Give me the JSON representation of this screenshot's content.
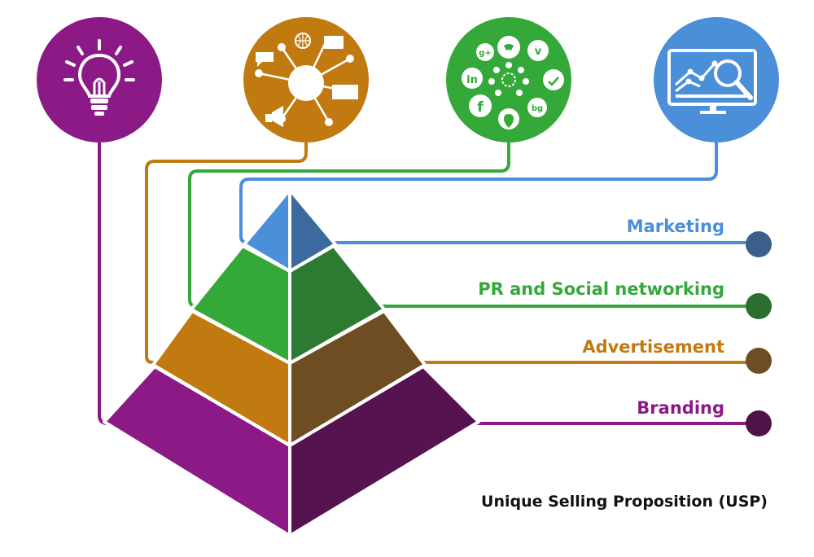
{
  "diagram": {
    "caption": "Unique Selling Proposition (USP)",
    "levels": [
      {
        "label": "Marketing",
        "color": "#4a8fd8",
        "dark": "#3a6a9e",
        "icon": "analytics-monitor-icon"
      },
      {
        "label": "PR and Social networking",
        "color": "#35a83a",
        "dark": "#2d7a32",
        "icon": "social-networks-icon"
      },
      {
        "label": "Advertisement",
        "color": "#c07a10",
        "dark": "#6e4d22",
        "icon": "advertising-network-icon"
      },
      {
        "label": "Branding",
        "color": "#8b1a87",
        "dark": "#551450",
        "icon": "lightbulb-idea-icon"
      }
    ]
  }
}
